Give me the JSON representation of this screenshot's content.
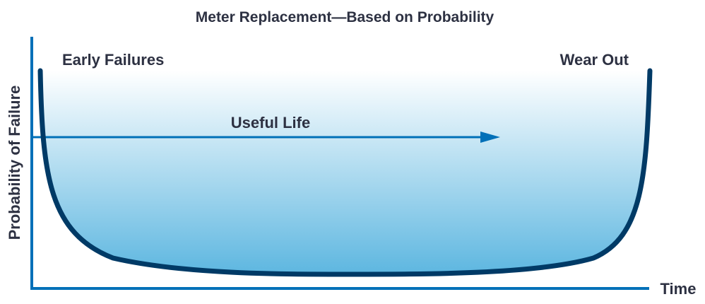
{
  "title": "Meter Replacement—Based on Probability",
  "y_axis_label": "Probability of Failure",
  "x_axis_label": "Time",
  "regions": {
    "early": "Early Failures",
    "useful": "Useful Life",
    "wear": "Wear Out"
  },
  "colors": {
    "axis": "#0070b8",
    "curve": "#003a66",
    "fill_bottom": "#5cb6e0",
    "text": "#2d3142"
  }
}
